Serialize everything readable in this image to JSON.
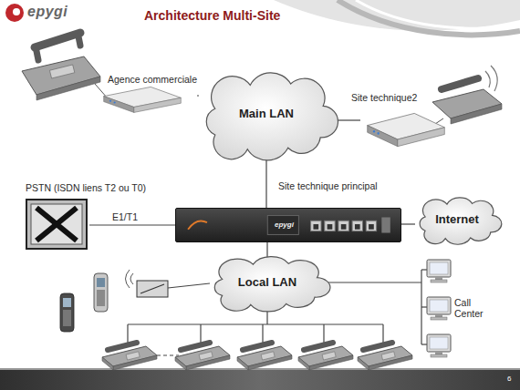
{
  "diagram": {
    "title": "Architecture Multi-Site",
    "nodes": [
      {
        "text": [
          "Agence commerciale"
        ]
      },
      {
        "text": [
          "Main LAN"
        ]
      },
      {
        "text": [
          "Site technique2"
        ]
      },
      {
        "text": [
          "PSTN (ISDN liens T2 ou T0)"
        ]
      },
      {
        "text": [
          "epygi"
        ]
      },
      {
        "text": [
          "Internet"
        ]
      },
      {
        "text": [
          "Local LAN"
        ]
      },
      {
        "text": [
          "Call Center"
        ]
      }
    ],
    "edges": [
      {
        "from": 0,
        "to": 1,
        "arrow": "none"
      },
      {
        "from": 2,
        "to": 1,
        "arrow": "none"
      },
      {
        "from": 1,
        "to": 4,
        "arrow": "none"
      },
      {
        "from": 3,
        "to": 4,
        "label": "E1/T1",
        "arrow": "none"
      },
      {
        "from": 4,
        "to": 5,
        "arrow": "none"
      },
      {
        "from": 4,
        "to": 6,
        "arrow": "none"
      },
      {
        "from": 6,
        "to": 7,
        "arrow": "none"
      }
    ],
    "labels": [
      "epygi",
      "Site technique principal",
      "6"
    ]
  }
}
